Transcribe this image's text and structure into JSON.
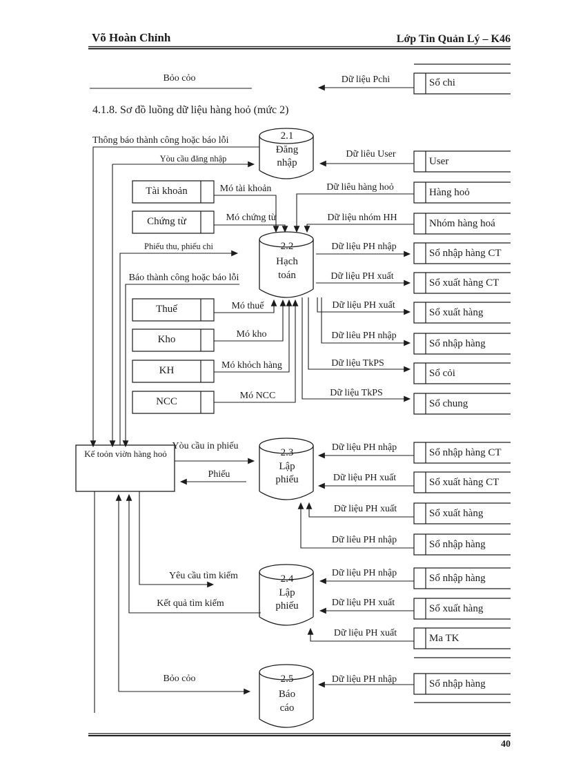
{
  "page": {
    "header_left": "Võ Hoàn Chỉnh",
    "header_right": "Lớp Tin Quản Lý – K46",
    "section_title": "4.1.8. Sơ đồ luồng dữ liệu hàng hoỏ (mức 2)",
    "page_number": "40"
  },
  "external_entity": {
    "label": "Kế toỏn viờn hàng hoỏ"
  },
  "processes": [
    {
      "id": "2.1",
      "line1": "Đăng",
      "line2": "nhập"
    },
    {
      "id": "2.2",
      "line1": "Hạch",
      "line2": "toán"
    },
    {
      "id": "2.3",
      "line1": "Lập",
      "line2": "phiếu"
    },
    {
      "id": "2.4",
      "line1": "Lập",
      "line2": "phiếu"
    },
    {
      "id": "2.5",
      "line1": "Báo",
      "line2": "cáo"
    }
  ],
  "left_stores": [
    "Tài khoản",
    "Chứng từ",
    "Thuế",
    "Kho",
    "KH",
    "NCC"
  ],
  "right_stores": [
    "Sổ chi",
    "User",
    "Hàng hoỏ",
    "Nhóm hàng hoá",
    "Sổ nhập hàng CT",
    "Sổ xuất hàng CT",
    "Sổ xuất hàng",
    "Sổ nhập hàng",
    "Sổ cỏi",
    "Sổ chung",
    "Sổ nhập hàng CT",
    "Sổ xuất hàng CT",
    "Sổ xuất hàng",
    "Sổ nhập hàng",
    "Sổ nhập hàng",
    "Sổ xuất hàng",
    "Ma TK",
    "Sổ nhập hàng"
  ],
  "flows": {
    "bao_cao_top": "Bỏo cỏo",
    "du_lieu_pchi": "Dữ liệu  Pchi",
    "thong_bao": "Thông  báo thành  công hoặc báo lỗi",
    "yeu_cau_dang_nhap": "Yòu  cầu đăng nhập",
    "du_lieu_user": "Dữ liêu  User",
    "mo_tai_khoan": "Mó tài khoản",
    "du_lieu_hang_hoa": "Dữ liêu  hàng hoỏ",
    "mo_chung_tu": "Mó chứng từ",
    "du_lieu_nhom_hh": "Dữ liệu nhóm  HH",
    "phieu_thu_chi": "Phiếu thu, phiếu chi",
    "ph_nhap_1": "Dữ liệu  PH nhập",
    "bao_thanh_cong": "Báo thành công hoặc báo lỗi",
    "ph_xuat_1": "Dữ liệu PH xuất",
    "mo_thue": "Mó thuế",
    "ph_xuat_2": "Dữ liệu PH xuất",
    "mo_kho": "Mó kho",
    "ph_nhap_2": "Dữ liêu  PH nhập",
    "mo_khach_hang": "Mó khỏch hàng",
    "tkps_1": "Dữ liệu  TkPS",
    "mo_ncc": "Mó NCC",
    "tkps_2": "Dữ liệu  TkPS",
    "yeu_cau_in_phieu": "Yòu cầu in phiếu",
    "ph_nhap_3": "Dữ liệu  PH nhập",
    "phieu": "Phiếu",
    "ph_xuat_3": "Dữ liệu  PH xuất",
    "ph_xuat_4": "Dữ liệu PH xuất",
    "ph_nhap_4": "Dữ liêu  PH nhập",
    "yeu_cau_tim_kiem": "Yêu cầu tìm kiếm",
    "ph_nhap_5": "Dữ liệu  PH nhập",
    "ket_qua_tim_kiem": "Kết quả tìm kiếm",
    "ph_xuat_5": "Dữ liệu PH xuất",
    "ph_xuat_6": "Dữ liệu PH xuất",
    "bao_cao_25": "Bỏo cỏo",
    "ph_nhap_6": "Dữ liệu  PH nhập"
  }
}
